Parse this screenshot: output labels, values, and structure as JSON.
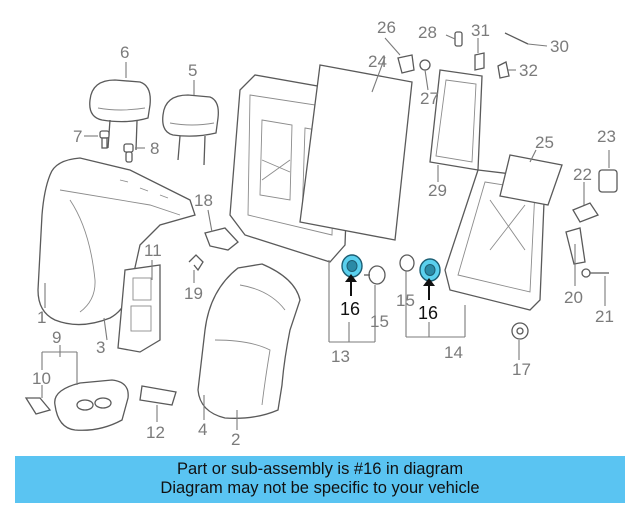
{
  "callouts": [
    {
      "id": "1",
      "label": "1"
    },
    {
      "id": "2",
      "label": "2"
    },
    {
      "id": "3",
      "label": "3"
    },
    {
      "id": "4",
      "label": "4"
    },
    {
      "id": "5",
      "label": "5"
    },
    {
      "id": "6",
      "label": "6"
    },
    {
      "id": "7",
      "label": "7"
    },
    {
      "id": "8",
      "label": "8"
    },
    {
      "id": "9",
      "label": "9"
    },
    {
      "id": "10",
      "label": "10"
    },
    {
      "id": "11",
      "label": "11"
    },
    {
      "id": "12",
      "label": "12"
    },
    {
      "id": "13",
      "label": "13"
    },
    {
      "id": "14",
      "label": "14"
    },
    {
      "id": "15a",
      "label": "15"
    },
    {
      "id": "15b",
      "label": "15"
    },
    {
      "id": "16a",
      "label": "16",
      "highlighted": true
    },
    {
      "id": "16b",
      "label": "16",
      "highlighted": true
    },
    {
      "id": "17",
      "label": "17"
    },
    {
      "id": "18",
      "label": "18"
    },
    {
      "id": "19",
      "label": "19"
    },
    {
      "id": "20",
      "label": "20"
    },
    {
      "id": "21",
      "label": "21"
    },
    {
      "id": "22",
      "label": "22"
    },
    {
      "id": "23",
      "label": "23"
    },
    {
      "id": "24",
      "label": "24"
    },
    {
      "id": "25",
      "label": "25"
    },
    {
      "id": "26",
      "label": "26"
    },
    {
      "id": "27",
      "label": "27"
    },
    {
      "id": "28",
      "label": "28"
    },
    {
      "id": "29",
      "label": "29"
    },
    {
      "id": "30",
      "label": "30"
    },
    {
      "id": "31",
      "label": "31"
    },
    {
      "id": "32",
      "label": "32"
    }
  ],
  "colors": {
    "highlight_part": "#5ad0ee",
    "banner": "#5ac4f2",
    "callout_text": "#7b7b7b"
  },
  "banner": {
    "line1": "Part or sub-assembly is #16 in diagram",
    "line2": "Diagram may not be specific to your vehicle"
  }
}
